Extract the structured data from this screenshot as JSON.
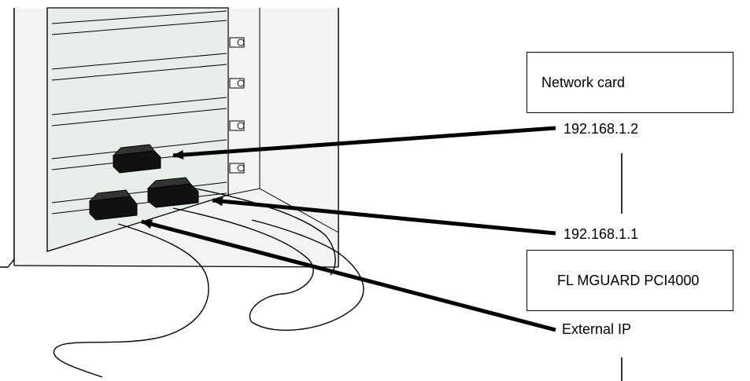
{
  "network_card": {
    "label": "Network card"
  },
  "mguard": {
    "label": "FL MGUARD PCI4000"
  },
  "addresses": {
    "ip_network_card": "192.168.1.2",
    "ip_mguard_internal": "192.168.1.1",
    "external": "External IP"
  },
  "colors": {
    "line": "#000000",
    "panel": "#f2f2f2",
    "slot_shade": "#e6eee6",
    "connector": "#111111"
  }
}
